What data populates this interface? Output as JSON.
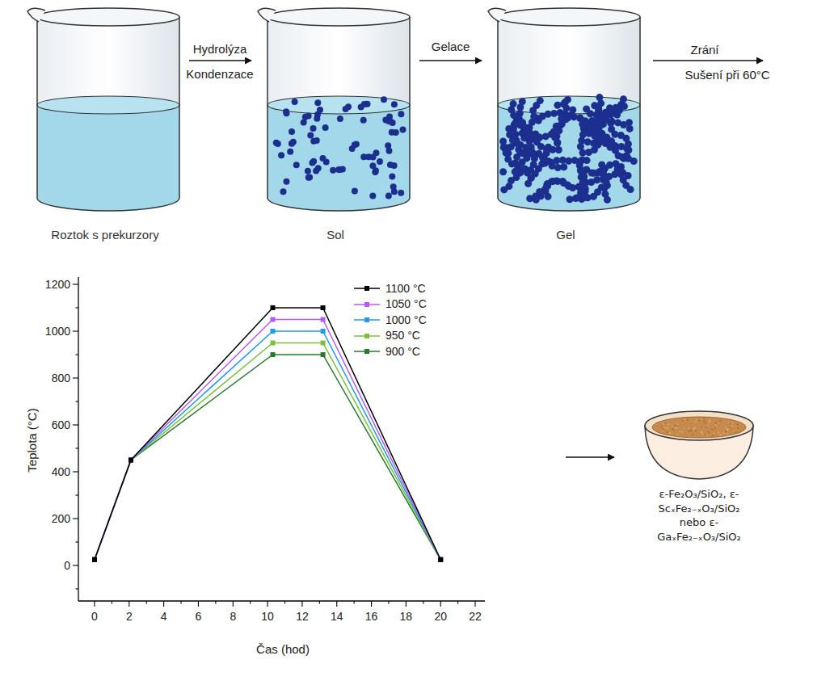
{
  "diagram": {
    "nodes": [
      {
        "text": [
          "Roztok s prekurzory"
        ]
      },
      {
        "text": [
          "Sol"
        ]
      },
      {
        "text": [
          "Gel"
        ]
      },
      {
        "text": [
          "ε-Fe₂O₃/SiO₂, ε-ScₓFe₂₋ₓO₃/SiO₂ nebo ε-GaₓFe₂₋ₓO₃/SiO₂"
        ]
      }
    ],
    "edges": [
      {
        "from": 0,
        "to": 1,
        "arrow": "to"
      },
      {
        "from": 1,
        "to": 2,
        "label": "Gelace",
        "arrow": "to"
      }
    ],
    "labels": [
      "Hydrolýza",
      "Kondenzace",
      "Zrání",
      "Sušení při 60°C",
      "Teplota (°C)",
      "Čas (hod)",
      "0",
      "200",
      "400",
      "600",
      "800",
      "1000",
      "1200",
      "0",
      "2",
      "4",
      "6",
      "8",
      "10",
      "12",
      "14",
      "16",
      "18",
      "20",
      "22"
    ],
    "legend": [
      {
        "text": "1100 °C",
        "color": "#000000"
      },
      {
        "text": "1050 °C",
        "color": "#b45cf0"
      },
      {
        "text": "1000 °C",
        "color": "#1e9be9"
      },
      {
        "text": "950 °C",
        "color": "#7cbf3c"
      },
      {
        "text": "900 °C",
        "color": "#2a7a2e"
      }
    ]
  }
}
